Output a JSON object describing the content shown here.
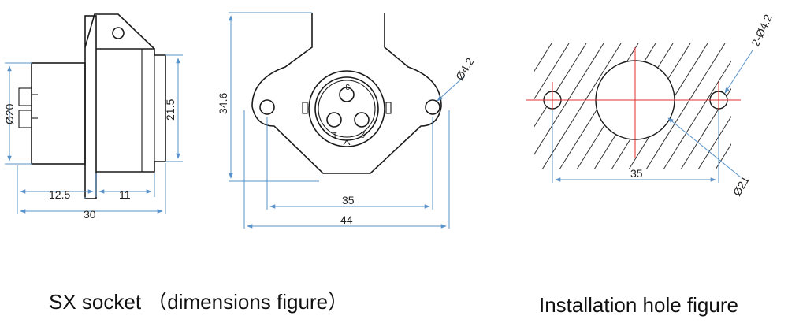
{
  "side_view": {
    "dims": {
      "diameter": "Ø20",
      "height": "21.5",
      "depth_front": "12.5",
      "depth_rear": "11",
      "total_depth": "30"
    }
  },
  "front_view": {
    "dims": {
      "height": "34.6",
      "hole": "Ø4.2",
      "hole_spacing": "35",
      "width": "44"
    },
    "pins": [
      "1",
      "2",
      "3"
    ]
  },
  "install_view": {
    "dims": {
      "holes": "2-Ø4.2",
      "hole_spacing": "35",
      "bore": "Ø21"
    }
  },
  "captions": {
    "left": "SX socket （dimensions figure）",
    "right": "Installation hole figure"
  }
}
